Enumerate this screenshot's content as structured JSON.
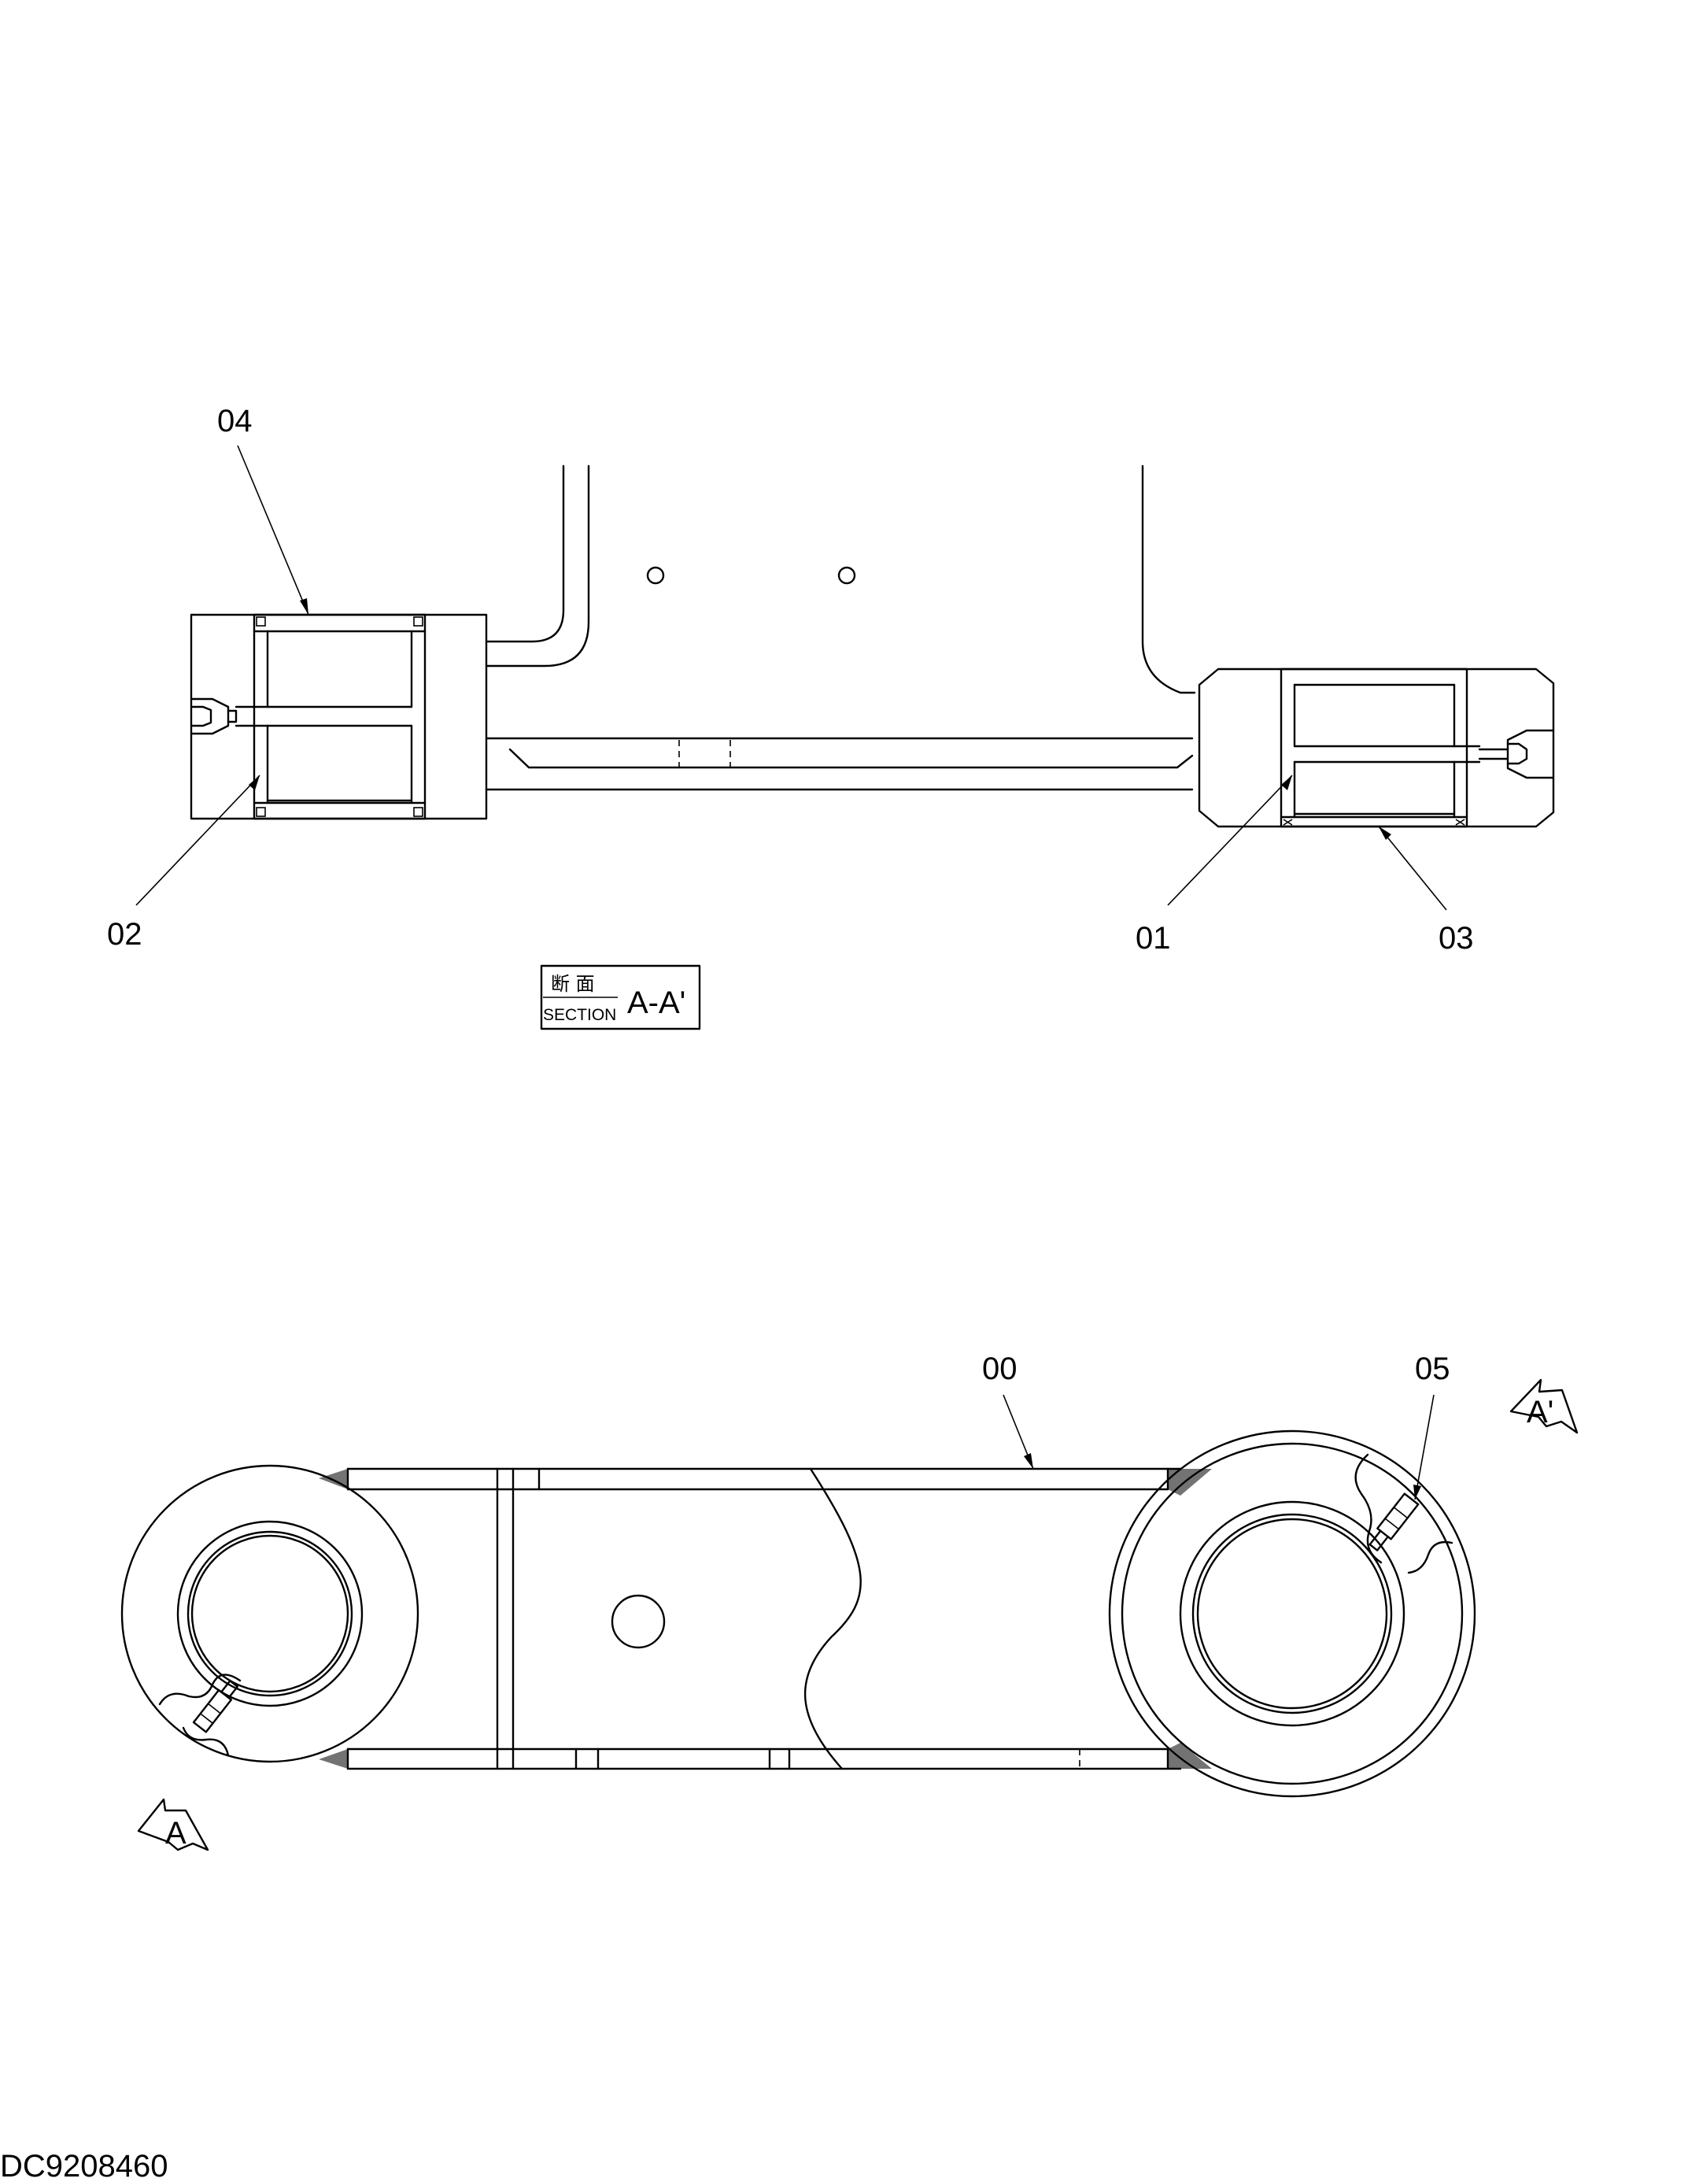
{
  "labels": {
    "p00": "00",
    "p01": "01",
    "p02": "02",
    "p03": "03",
    "p04": "04",
    "p05": "05"
  },
  "section": {
    "kanji": "断 面",
    "word": "SECTION",
    "name": "A-A'"
  },
  "view_markers": {
    "a": "A",
    "a_prime": "A'"
  },
  "drawing_code": "DC9208460"
}
